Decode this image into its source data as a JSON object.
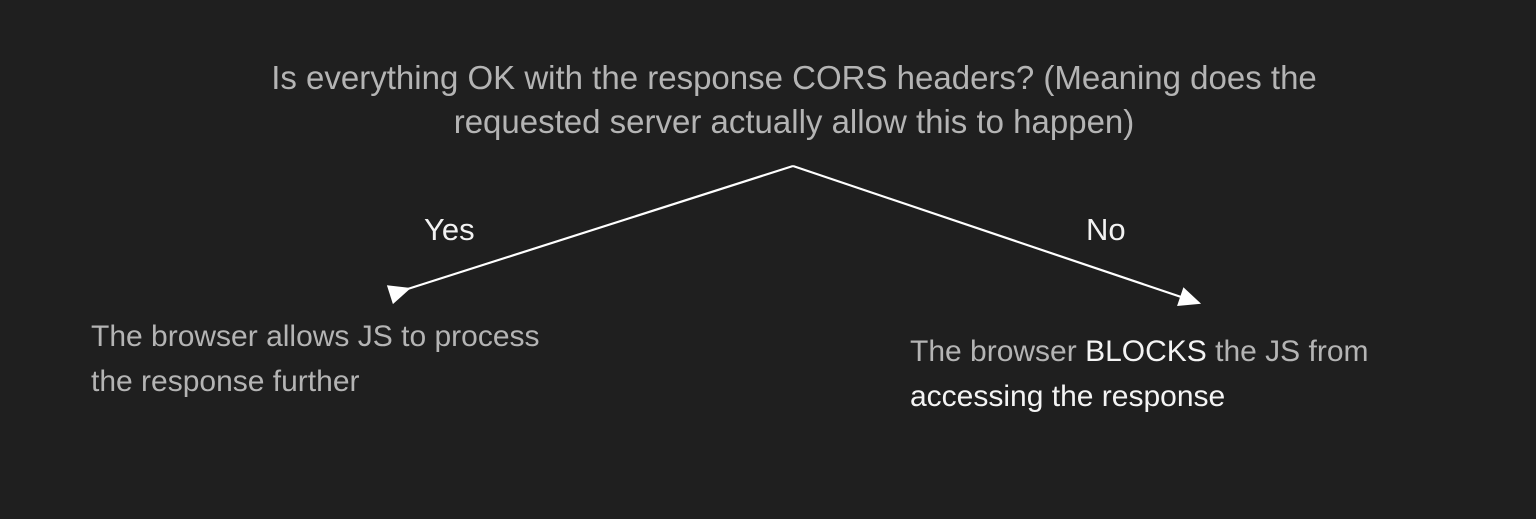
{
  "slide": {
    "background_color": "#1f1f1f",
    "dim_text_color": "#b4b4b4",
    "bright_text_color": "#f2f2f2",
    "arrow_color": "#ffffff"
  },
  "question": {
    "text": "Is everything OK with the response CORS headers? (Meaning does the\nrequested server actually allow this to happen)"
  },
  "branches": {
    "yes_label": "Yes",
    "no_label": "No"
  },
  "outcomes": {
    "left": {
      "line1": "The browser allows JS to process",
      "line2": "the response further"
    },
    "right": {
      "part1": "The browser ",
      "part2": "BLOCKS",
      "part3": " the JS from",
      "part4": "accessing the response"
    }
  }
}
